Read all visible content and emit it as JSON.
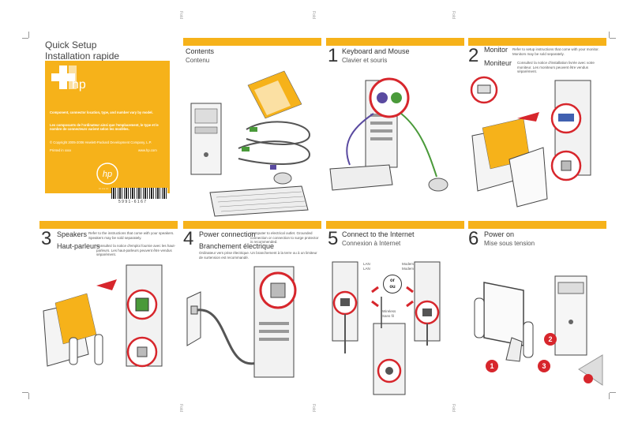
{
  "cover": {
    "title_en": "Quick Setup",
    "title_fr": "Installation rapide",
    "logo_text": "hp",
    "note_en": "Component, connector location, type, and number vary by model.",
    "note_fr": "Les composants de l'ordinateur ainsi que l'emplacement, le type et le nombre de connecteurs varient selon les modèles.",
    "copyright": "© Copyright 2005-2006 Hewlett-Packard Development Company, L.P.",
    "printed": "Printed in xxxx",
    "website": "www.hp.com",
    "badge_text": "i n v e n t",
    "barcode_text": "5 9 9 1 - 6 1 6 7"
  },
  "contents": {
    "title_en": "Contents",
    "title_fr": "Contenu"
  },
  "steps": [
    {
      "num": "1",
      "title_en": "Keyboard and Mouse",
      "title_fr": "Clavier et souris"
    },
    {
      "num": "2",
      "title_en": "Monitor",
      "desc_en": "Refer to setup instructions that come with your monitor. Monitors may be sold separately.",
      "title_fr": "Moniteur",
      "desc_fr": "Consultez la notice d'installation livrée avec votre moniteur. Les moniteurs peuvent être vendus séparément."
    },
    {
      "num": "3",
      "title_en": "Speakers",
      "desc_en": "Refer to the instructions that come with your speakers. Speakers may be sold separately.",
      "title_fr": "Haut-parleurs",
      "desc_fr": "Consultez la notice d'emploi fournie avec les haut-parleurs. Les haut-parleurs peuvent être vendus séparément."
    },
    {
      "num": "4",
      "title_en": "Power connection",
      "desc_en": "Computer to electrical outlet. Grounded connection or connection to surge protector is recommended.",
      "title_fr": "Branchement électrique",
      "desc_fr": "Ordinateur vers prise électrique. Un branchement à la terre ou à un limiteur de surtension est recommandé."
    },
    {
      "num": "5",
      "title_en": "Connect to the Internet",
      "title_fr": "Connexion à Internet"
    },
    {
      "num": "6",
      "title_en": "Power on",
      "title_fr": "Mise sous tension"
    }
  ],
  "internet_labels": {
    "lan": "LAN",
    "lan_fr": "LAN",
    "modem": "Modem",
    "modem_fr": "Modem",
    "or_en": "or",
    "or_fr": "ou",
    "wireless": "Wireless",
    "wireless_fr": "Sans fil"
  },
  "power_badges": [
    "1",
    "2",
    "3"
  ],
  "fold_label": "Fold",
  "colors": {
    "accent": "#f6b21a",
    "callout_red": "#d7262c",
    "mouse_green": "#4a9a3a",
    "kbd_purple": "#5a4aa0"
  }
}
